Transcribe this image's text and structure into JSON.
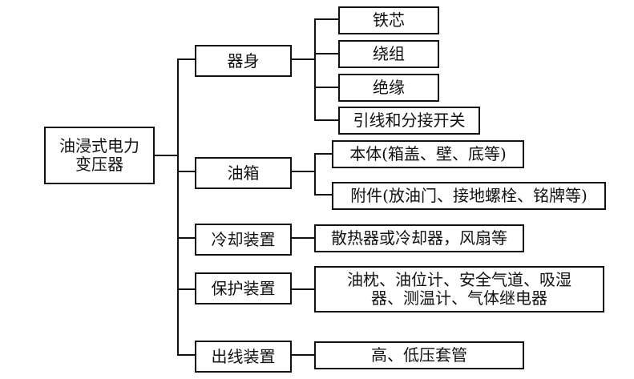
{
  "root": {
    "lines": [
      "油浸式电力",
      "变压器"
    ]
  },
  "branches": [
    {
      "label": "器身",
      "children": [
        "铁芯",
        "绕组",
        "绝缘",
        "引线和分接开关"
      ]
    },
    {
      "label": "油箱",
      "children": [
        "本体(箱盖、壁、底等)",
        "附件(放油门、接地螺栓、铭牌等)"
      ]
    },
    {
      "label": "冷却装置",
      "children": [
        "散热器或冷却器，风扇等"
      ]
    },
    {
      "label": "保护装置",
      "children_multiline": [
        [
          "油枕、油位计、安全气道、吸湿",
          "器、测温计、气体继电器"
        ]
      ]
    },
    {
      "label": "出线装置",
      "children": [
        "高、低压套管"
      ]
    }
  ]
}
